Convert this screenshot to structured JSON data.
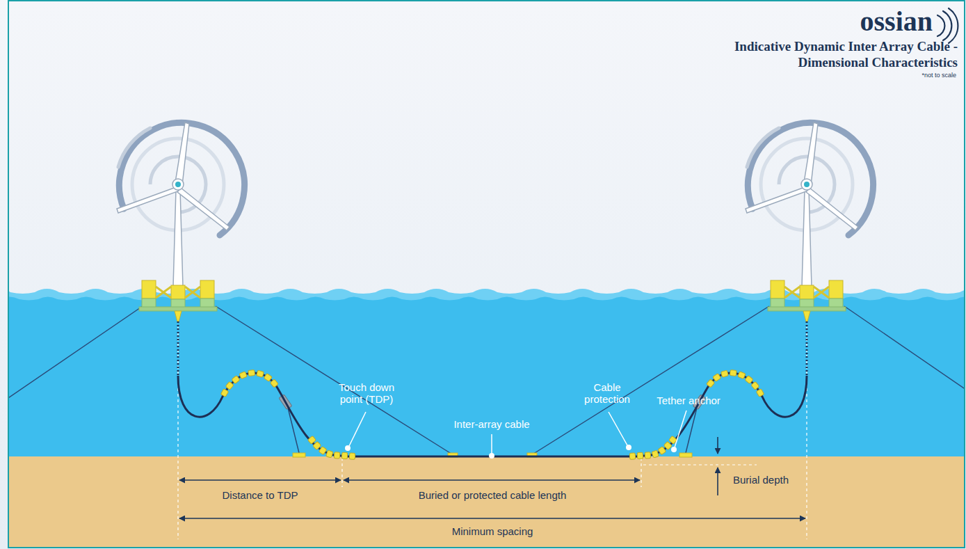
{
  "diagram": {
    "title": "Indicative Dynamic Inter Array Cable - Dimensional Characteristics",
    "labels": [
      "ossian",
      "*not to scale",
      "Touch down point (TDP)",
      "Cable protection",
      "Tether anchor",
      "Inter-array cable",
      "Distance to TDP",
      "Buried or protected cable length",
      "Burial depth",
      "Minimum spacing"
    ]
  }
}
